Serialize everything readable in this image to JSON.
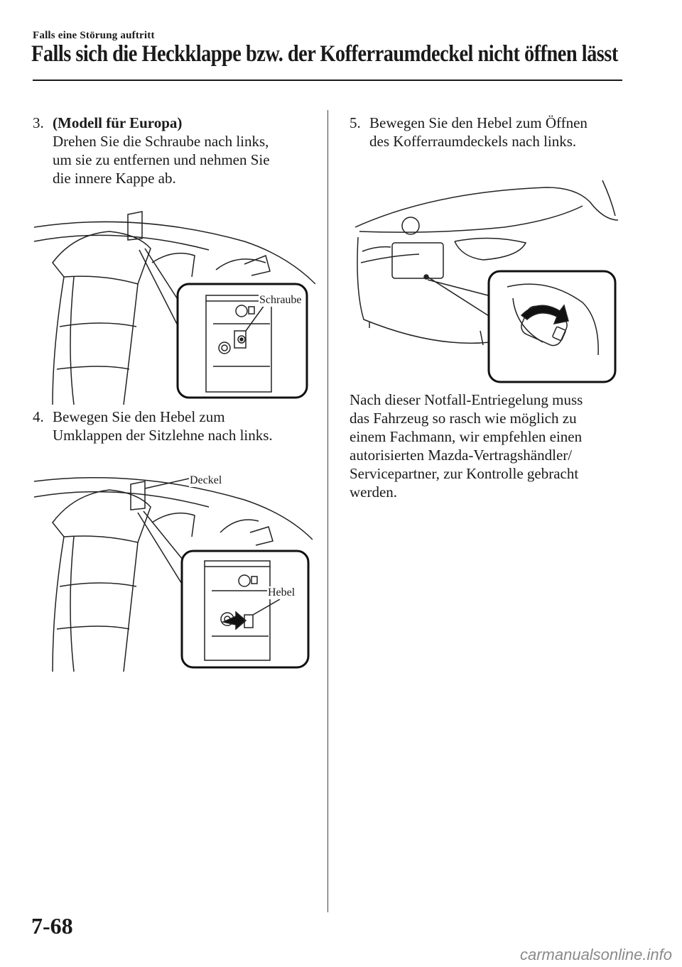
{
  "header": {
    "section": "Falls eine Störung auftritt",
    "title": "Falls sich die Heckklappe bzw. der Kofferraumdeckel nicht öffnen lässt"
  },
  "steps": [
    {
      "number": "3.",
      "heading": "(Modell für Europa)",
      "lines": [
        "Drehen Sie die Schraube nach links,",
        "um sie zu entfernen und nehmen Sie",
        "die innere Kappe ab."
      ]
    },
    {
      "number": "4.",
      "lines": [
        "Bewegen Sie den Hebel zum",
        "Umklappen der Sitzlehne nach links."
      ]
    },
    {
      "number": "5.",
      "lines": [
        "Bewegen Sie den Hebel zum Öffnen",
        "des Kofferraumdeckels nach links."
      ]
    }
  ],
  "figures": {
    "seat_screw": {
      "callout": "Schraube"
    },
    "seat_lever": {
      "callouts": [
        "Deckel",
        "Hebel"
      ]
    },
    "trunk_lever": {}
  },
  "note": {
    "lines": [
      "Nach dieser Notfall-Entriegelung muss",
      "das Fahrzeug so rasch wie möglich zu",
      "einem Fachmann, wir empfehlen einen",
      "autorisierten Mazda-Vertragshändler/",
      "Servicepartner, zur Kontrolle gebracht",
      "werden."
    ]
  },
  "footer": {
    "page_number": "7-68",
    "watermark": "carmanualsonline.info"
  }
}
